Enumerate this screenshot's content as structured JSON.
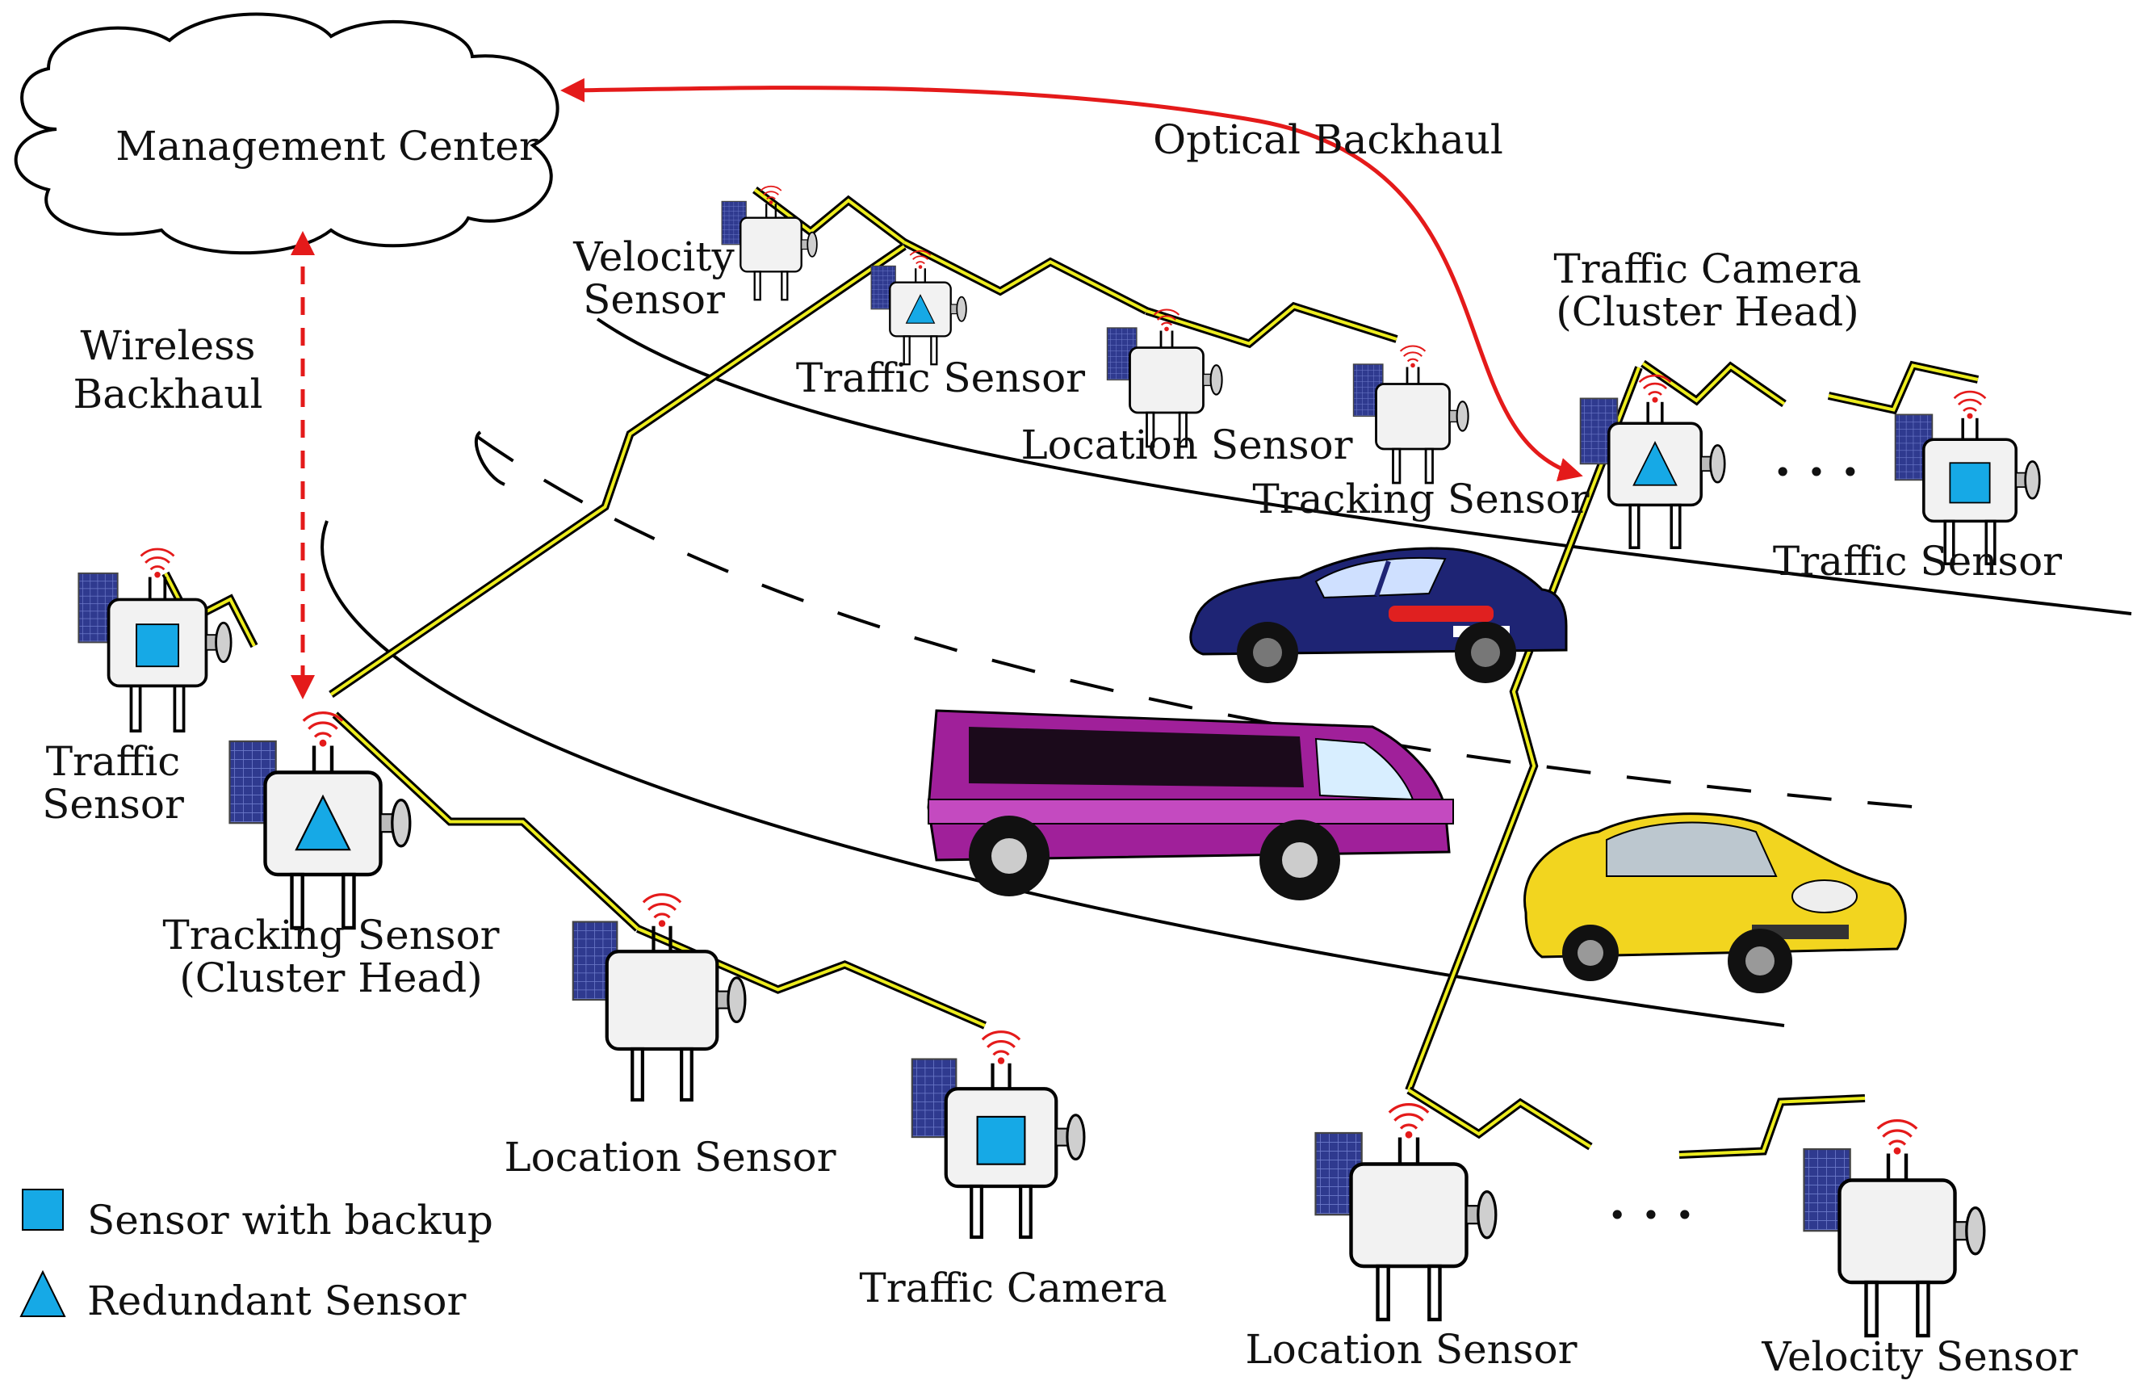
{
  "cloud": {
    "label": "Management Center"
  },
  "links": {
    "optical_backhaul": "Optical Backhaul",
    "wireless_backhaul": [
      "Wireless",
      "Backhaul"
    ]
  },
  "nodes": {
    "velocity_top": [
      "Velocity",
      "Sensor"
    ],
    "traffic_top": "Traffic Sensor",
    "location_top": "Location Sensor",
    "tracking_top": "Tracking Sensor",
    "camera_head": [
      "Traffic Camera",
      "(Cluster Head)"
    ],
    "traffic_right": "Traffic Sensor",
    "traffic_left": [
      "Traffic",
      "Sensor"
    ],
    "tracking_head": [
      "Tracking Sensor",
      "(Cluster Head)"
    ],
    "location_mid": "Location Sensor",
    "camera_bottom": "Traffic Camera",
    "location_bottom": "Location Sensor",
    "velocity_bottom": "Velocity Sensor",
    "ellipsis": "· · ·"
  },
  "legend": {
    "square_label": "Sensor with backup",
    "triangle_label": "Redundant Sensor"
  },
  "colors": {
    "backhaul_red": "#e41a1a",
    "sensor_blue": "#16a9e6",
    "bolt_yellow": "#ecec1e",
    "solar_panel": "#2f3a8f",
    "van": "#a0209a",
    "car_blue": "#1e2474",
    "car_yellow": "#f2d51f"
  }
}
